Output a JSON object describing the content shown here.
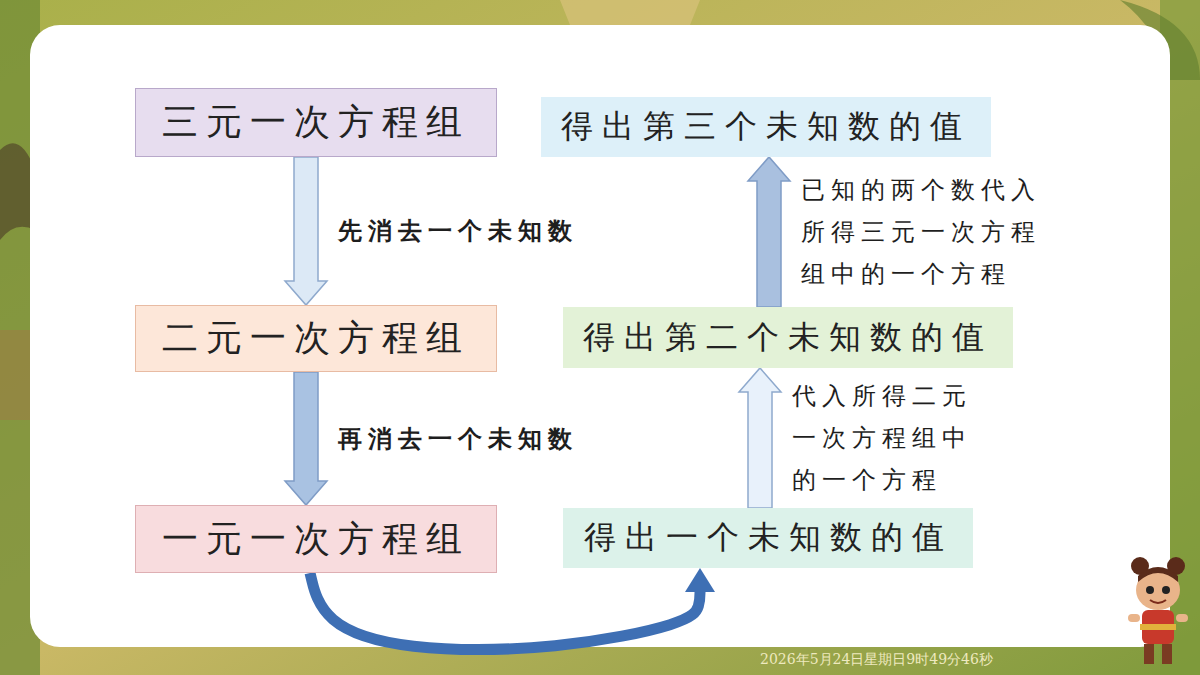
{
  "diagram": {
    "nodes": [
      {
        "text": [
          "三元一次方程组"
        ]
      },
      {
        "text": [
          "二元一次方程组"
        ]
      },
      {
        "text": [
          "一元一次方程组"
        ]
      },
      {
        "text": [
          "得出一个未知数的值"
        ]
      },
      {
        "text": [
          "得出第二个未知数的值"
        ]
      },
      {
        "text": [
          "得出第三个未知数的值"
        ]
      }
    ],
    "edges": [
      {
        "from": 0,
        "to": 1,
        "arrow": "to",
        "label": "先消去一个未知数"
      },
      {
        "from": 1,
        "to": 2,
        "arrow": "to",
        "label": "再消去一个未知数"
      },
      {
        "from": 2,
        "to": 3,
        "arrow": "to"
      },
      {
        "from": 3,
        "to": 4,
        "arrow": "to",
        "label": "代入所得二元一次方程组中的一个方程"
      },
      {
        "from": 4,
        "to": 5,
        "arrow": "to",
        "label": "已知的两个数代入所得三元一次方程组中的一个方程"
      }
    ],
    "labels": [
      "2026年5月24日星期日9时49分46秒"
    ]
  }
}
